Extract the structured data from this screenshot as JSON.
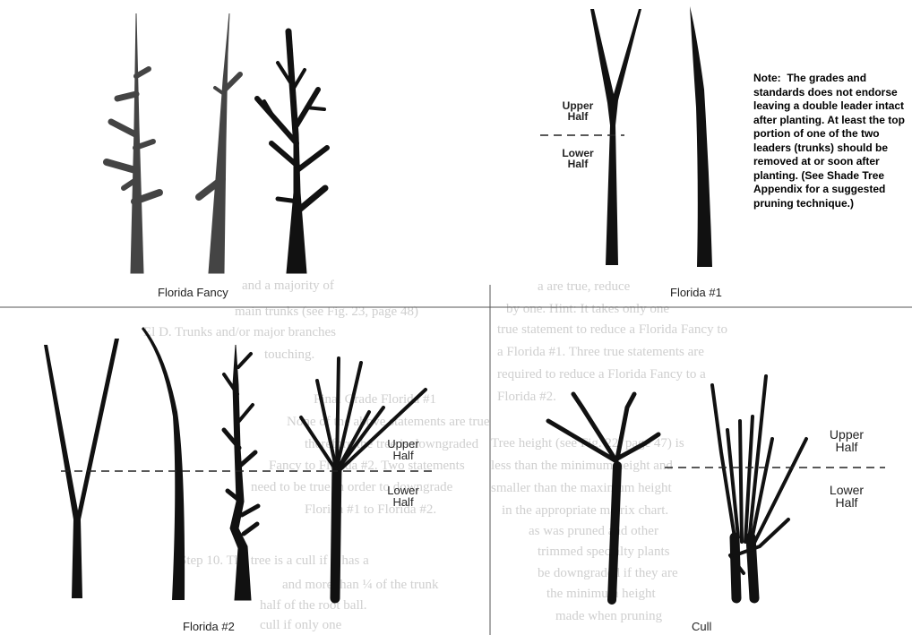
{
  "quadrants": {
    "florida_fancy": {
      "caption": "Florida Fancy"
    },
    "florida_1": {
      "caption": "Florida #1",
      "upper_label": [
        "Upper",
        "Half"
      ],
      "lower_label": [
        "Lower",
        "Half"
      ]
    },
    "florida_2": {
      "caption": "Florida #2",
      "upper_label": [
        "Upper",
        "Half"
      ],
      "lower_label": [
        "Lower",
        "Half"
      ]
    },
    "cull": {
      "caption": "Cull",
      "upper_label": [
        "Upper",
        "Half"
      ],
      "lower_label": [
        "Lower",
        "Half"
      ]
    }
  },
  "note": {
    "bold_prefix": "Note:",
    "text": "The grades and standards does not endorse leaving a double leader intact after planting. At least the top portion of one of the two leaders (trunks) should be removed at or soon after planting. (See Shade Tree Appendix for a suggested pruning technique.)"
  },
  "colors": {
    "divider": "#555555",
    "dashed_line": "#222222",
    "tree_dark": "#111111",
    "tree_gray": "#444444",
    "bleed_through_text": "#cfcfcf"
  },
  "bleed_through_text": [
    "and a majority of",
    "main trunks (see Fig. 23, page 48)",
    "El    D. Trunks and/or major branches",
    "touching.",
    "Final Grade Florida #1",
    "None of the above statements are true",
    "therefore the tree is downgraded",
    "Fancy to Florida #2. Two statements",
    "need to be true in order to downgrade",
    "Florida #1 to Florida #2.",
    "Step 10. The tree is a cull if it has a",
    "and more than ¼ of the trunk",
    "half of the root ball.",
    "cull if only one",
    "a are true, reduce",
    "by one. Hint: It takes only one",
    "true statement to reduce a Florida Fancy to",
    "a Florida #1. Three true statements are",
    "required to reduce a Florida Fancy to a",
    "Florida #2.",
    "Tree height (see Fig. 22, page 47) is",
    "less than the minimum height and",
    "smaller than the maximum height",
    "in the appropriate matrix chart.",
    "as was pruned and other",
    "trimmed specialty plants",
    "be downgraded if they are",
    "the minimum height",
    "made when pruning"
  ]
}
